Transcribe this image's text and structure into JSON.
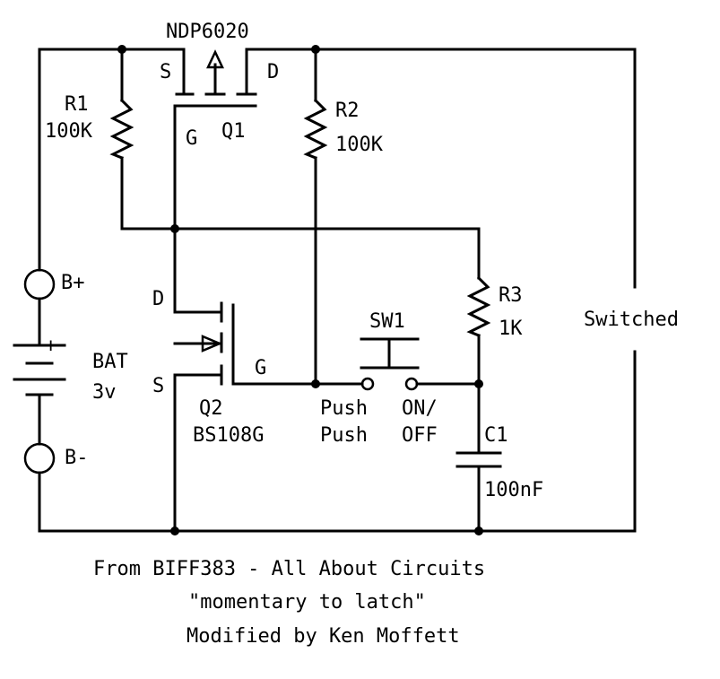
{
  "components": {
    "q1": {
      "part": "NDP6020",
      "ref": "Q1",
      "pin_s": "S",
      "pin_d": "D",
      "pin_g": "G"
    },
    "r1": {
      "ref": "R1",
      "value": "100K"
    },
    "r2": {
      "ref": "R2",
      "value": "100K"
    },
    "r3": {
      "ref": "R3",
      "value": "1K"
    },
    "q2": {
      "ref": "Q2",
      "part": "BS108G",
      "pin_d": "D",
      "pin_s": "S",
      "pin_g": "G"
    },
    "sw1": {
      "ref": "SW1",
      "label_left_1": "Push",
      "label_left_2": "Push",
      "label_right_1": "ON/",
      "label_right_2": "OFF"
    },
    "c1": {
      "ref": "C1",
      "value": "100nF"
    },
    "battery": {
      "ref": "BAT",
      "voltage": "3v",
      "plus_sign": "+"
    },
    "terminals": {
      "b_plus": "B+",
      "b_minus": "B-"
    },
    "output": {
      "label": "Switched"
    }
  },
  "caption": {
    "line1": "From BIFF383 - All About Circuits",
    "line2": "\"momentary to latch\"",
    "line3": "Modified by Ken Moffett"
  },
  "colors": {
    "ink": "#000000",
    "paper": "#ffffff"
  }
}
